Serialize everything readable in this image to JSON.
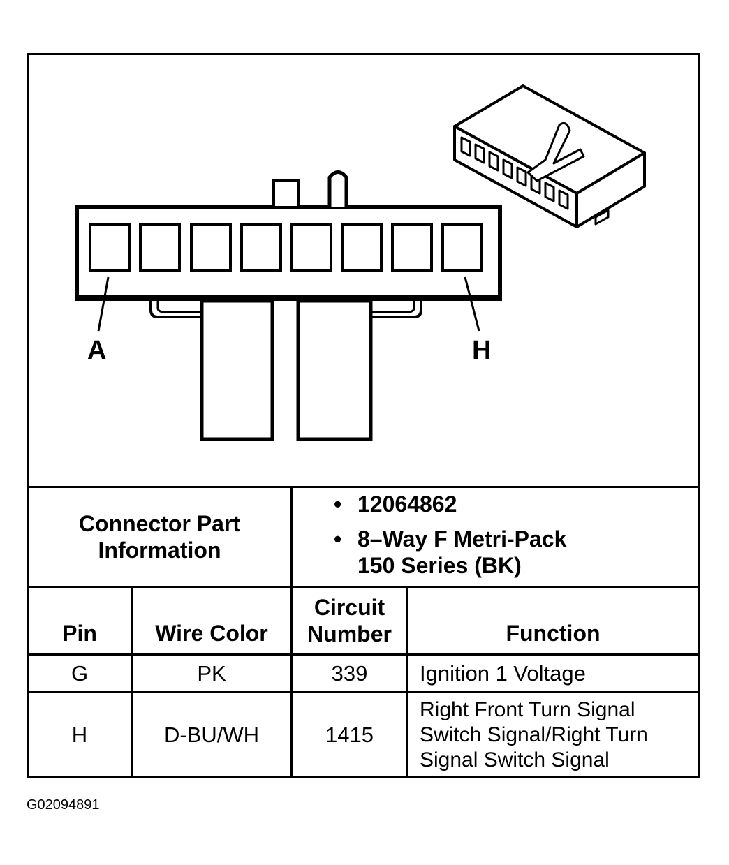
{
  "diagram": {
    "pin_labels": {
      "first": "A",
      "last": "H"
    }
  },
  "connector_info": {
    "label": "Connector Part Information",
    "details": [
      "12064862",
      "8–Way F Metri-Pack 150 Series (BK)"
    ]
  },
  "table": {
    "headers": {
      "pin": "Pin",
      "wire_color": "Wire Color",
      "circuit_number": "Circuit Number",
      "function": "Function"
    },
    "rows": [
      {
        "pin": "G",
        "wire_color": "PK",
        "circuit_number": "339",
        "function": "Ignition 1 Voltage"
      },
      {
        "pin": "H",
        "wire_color": "D-BU/WH",
        "circuit_number": "1415",
        "function": "Right Front Turn Signal Switch Signal/Right Turn Signal Switch Signal"
      }
    ]
  },
  "figure_id": "G02094891"
}
